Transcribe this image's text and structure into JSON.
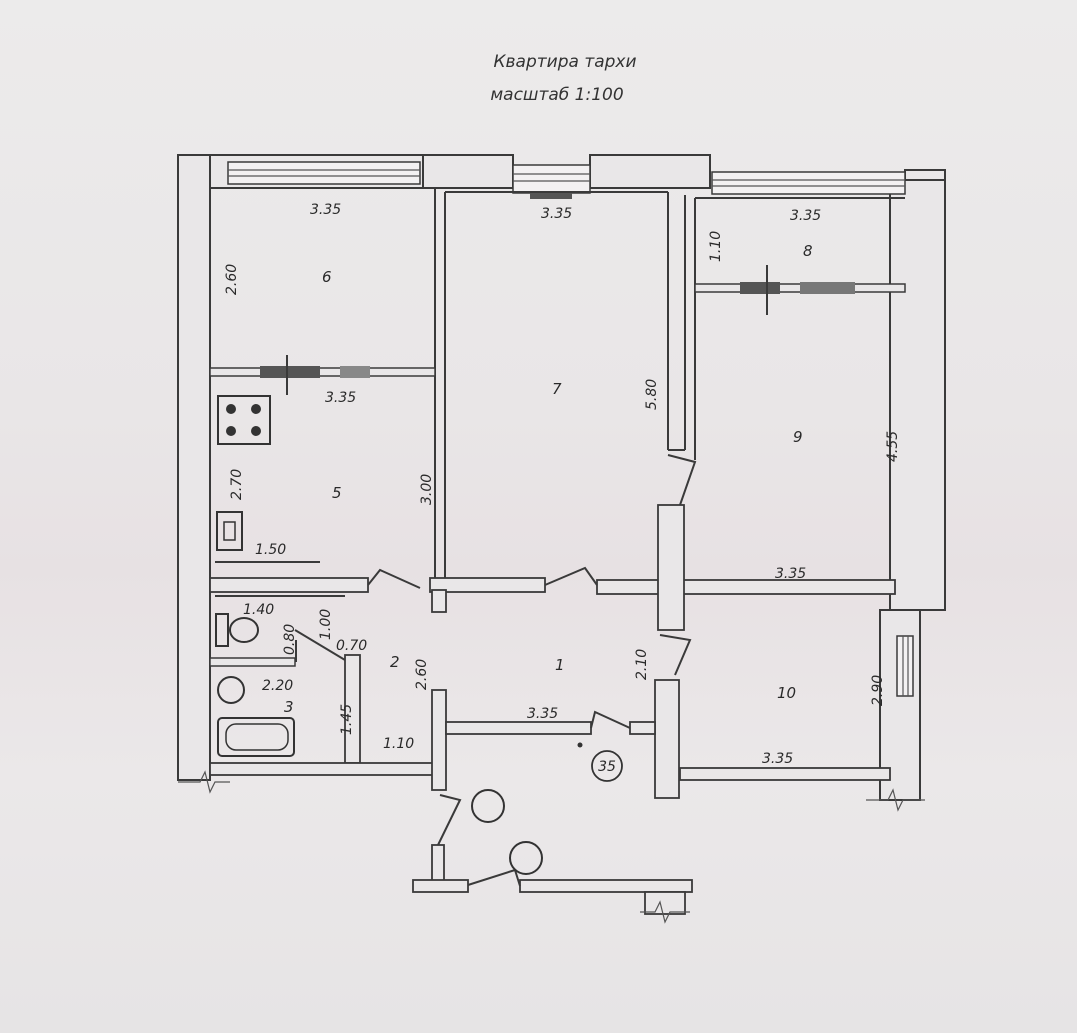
{
  "title": {
    "line1": "Квартира тархи",
    "line2": "масштаб 1:100"
  },
  "rooms": [
    {
      "number": "1"
    },
    {
      "number": "2"
    },
    {
      "number": "3"
    },
    {
      "number": "5"
    },
    {
      "number": "6"
    },
    {
      "number": "7"
    },
    {
      "number": "8"
    },
    {
      "number": "9"
    },
    {
      "number": "10"
    }
  ],
  "dimensions": [
    "3.35",
    "3.35",
    "3.35",
    "1.10",
    "2.60",
    "3.35",
    "5.80",
    "4.55",
    "2.70",
    "3.00",
    "1.50",
    "3.35",
    "1.40",
    "0.80",
    "1.00",
    "0.70",
    "2.60",
    "2.10",
    "2.90",
    "2.20",
    "1.45",
    "1.10",
    "3.35",
    "3.35"
  ],
  "apartment_number": "35",
  "colors": {
    "paper": "#e9e6e7",
    "ink": "#333333"
  }
}
